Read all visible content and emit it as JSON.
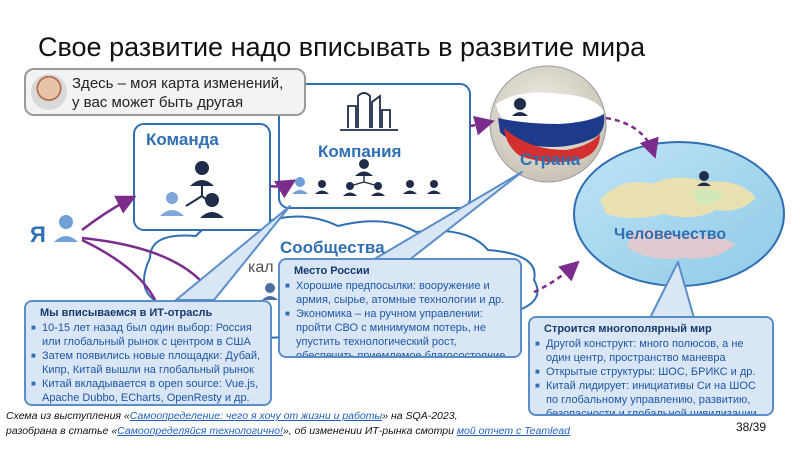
{
  "slide": {
    "title": "Свое развитие надо вписывать в развитие мира",
    "page_number": "38/39"
  },
  "speech": {
    "line1": "Здесь – моя карта изменений,",
    "line2": "у вас может быть другая"
  },
  "nodes": {
    "ya": "Я",
    "team": "Команда",
    "company": "Компания",
    "country": "Страна",
    "humanity": "Человечество",
    "communities": "Сообщества",
    "partial": "кал"
  },
  "callouts": {
    "it": {
      "header": "Мы вписываемся в ИТ-отрасль",
      "items": [
        "10-15 лет назад был один выбор: Россия или глобальный рынок с центром в США",
        "Затем появились новые площадки: Дубай, Кипр, Китай вышли на глобальный рынок",
        "Китай вкладывается в open source: Vue.js, Apache Dubbo, ECharts, OpenResty и др."
      ]
    },
    "russia": {
      "header": "Место России",
      "items": [
        "Хорошие предпосылки: вооружение и армия, сырье, атомные технологии и др.",
        "Экономика – на ручном управлении: пройти СВО с минимумом потерь, не упустить технологический рост, обеспечить приемлемое благосостояние"
      ]
    },
    "world": {
      "header": "Строится многополярный мир",
      "items": [
        "Другой конструкт: много полюсов, а не один центр, пространство маневра",
        "Открытые структуры: ШОС, БРИКС и др.",
        "Китай лидирует: инициативы Си на ШОС по глобальному управлению, развитию, безопасности и глобальной цивилизации"
      ]
    }
  },
  "footer": {
    "l1_pre": "Схема из выступления «",
    "l1_link": "Самоопределение: чего я хочу от жизни и работы",
    "l1_post": "» на SQA-2023,",
    "l2_pre": "разобрана в статье «",
    "l2_link": "Самоопределяйся технологично!",
    "l2_mid": "», об изменении ИТ-рынка смотри ",
    "l2_link2": "мой отчет с Teamlead"
  },
  "colors": {
    "accent": "#2f6fb2",
    "arrow": "#7b2d8b",
    "callout_fill": "#d9e6f5",
    "callout_border": "#5b8ec8",
    "box_border": "#2f6fb2",
    "russia_red": "#d32f2f",
    "russia_blue": "#1e3a8a"
  },
  "icons": [
    "person-icon",
    "team-icon",
    "skyline-icon",
    "user-node-icon",
    "globe-icon",
    "world-map-icon",
    "avatar-photo"
  ]
}
